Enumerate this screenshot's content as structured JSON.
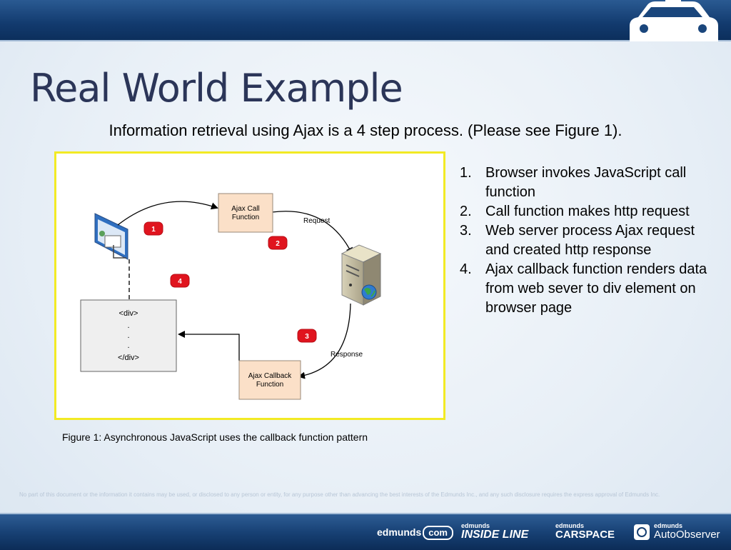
{
  "slide": {
    "title": "Real World Example",
    "subtitle": "Information retrieval using Ajax is a 4 step process. (Please see Figure 1)."
  },
  "figure": {
    "ajax_call_line1": "Ajax Call",
    "ajax_call_line2": "Function",
    "ajax_callback_line1": "Ajax Callback",
    "ajax_callback_line2": "Function",
    "request_label": "Request",
    "response_label": "Response",
    "div_open": "<div>",
    "div_dot": ".",
    "div_close": "</div>",
    "badge_1": "1",
    "badge_2": "2",
    "badge_3": "3",
    "badge_4": "4",
    "caption": "Figure 1: Asynchronous JavaScript uses the callback function pattern"
  },
  "steps": [
    {
      "num": "1.",
      "text": "Browser invokes JavaScript call function"
    },
    {
      "num": "2.",
      "text": "Call function makes http request"
    },
    {
      "num": "3.",
      "text": "Web server process Ajax request and created http response"
    },
    {
      "num": "4.",
      "text": "Ajax callback function renders data from web sever to div element on browser page"
    }
  ],
  "footer": {
    "disclaimer": "No part of this document or the information it contains may be used, or disclosed to any person or entity, for any purpose other than advancing the best interests of the Edmunds Inc., and any such disclosure requires the express approval of Edmunds Inc.",
    "brand_edmunds": "edmunds",
    "brand_com": "com",
    "brand_insideline_small": "edmunds",
    "brand_insideline": "INSIDE LINE",
    "brand_carspace_small": "edmunds",
    "brand_carspace": "CARSPACE",
    "brand_autoobserver_small": "edmunds",
    "brand_autoobserver": "AutoObserver"
  },
  "colors": {
    "title": "#2b3558",
    "figure_border": "#f2ea24",
    "badge": "#e0141e",
    "box_fill": "#fbe0c8",
    "div_box_fill": "#efefef",
    "header_band": "#123a6e"
  }
}
